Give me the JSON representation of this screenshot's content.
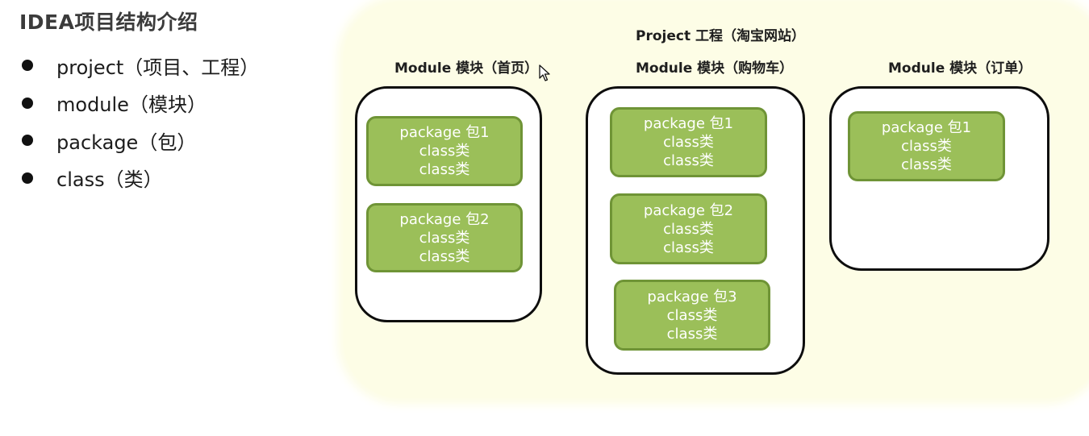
{
  "title": "IDEA项目结构介绍",
  "bullets": [
    "project（项目、工程）",
    "module（模块）",
    "package（包）",
    "class（类）"
  ],
  "diagram": {
    "project_label": "Project 工程（淘宝网站）",
    "modules": [
      {
        "label": "Module 模块（首页）",
        "packages": [
          {
            "name": "package 包1",
            "classes": [
              "class类",
              "class类"
            ]
          },
          {
            "name": "package 包2",
            "classes": [
              "class类",
              "class类"
            ]
          }
        ]
      },
      {
        "label": "Module 模块（购物车）",
        "packages": [
          {
            "name": "package 包1",
            "classes": [
              "class类",
              "class类"
            ]
          },
          {
            "name": "package 包2",
            "classes": [
              "class类",
              "class类"
            ]
          },
          {
            "name": "package 包3",
            "classes": [
              "class类",
              "class类"
            ]
          }
        ]
      },
      {
        "label": "Module 模块（订单）",
        "packages": [
          {
            "name": "package 包1",
            "classes": [
              "class类",
              "class类"
            ]
          }
        ]
      }
    ]
  },
  "colors": {
    "project_background": "#fdfde6",
    "package_fill": "#9bbf59",
    "package_border": "#6f9436"
  }
}
